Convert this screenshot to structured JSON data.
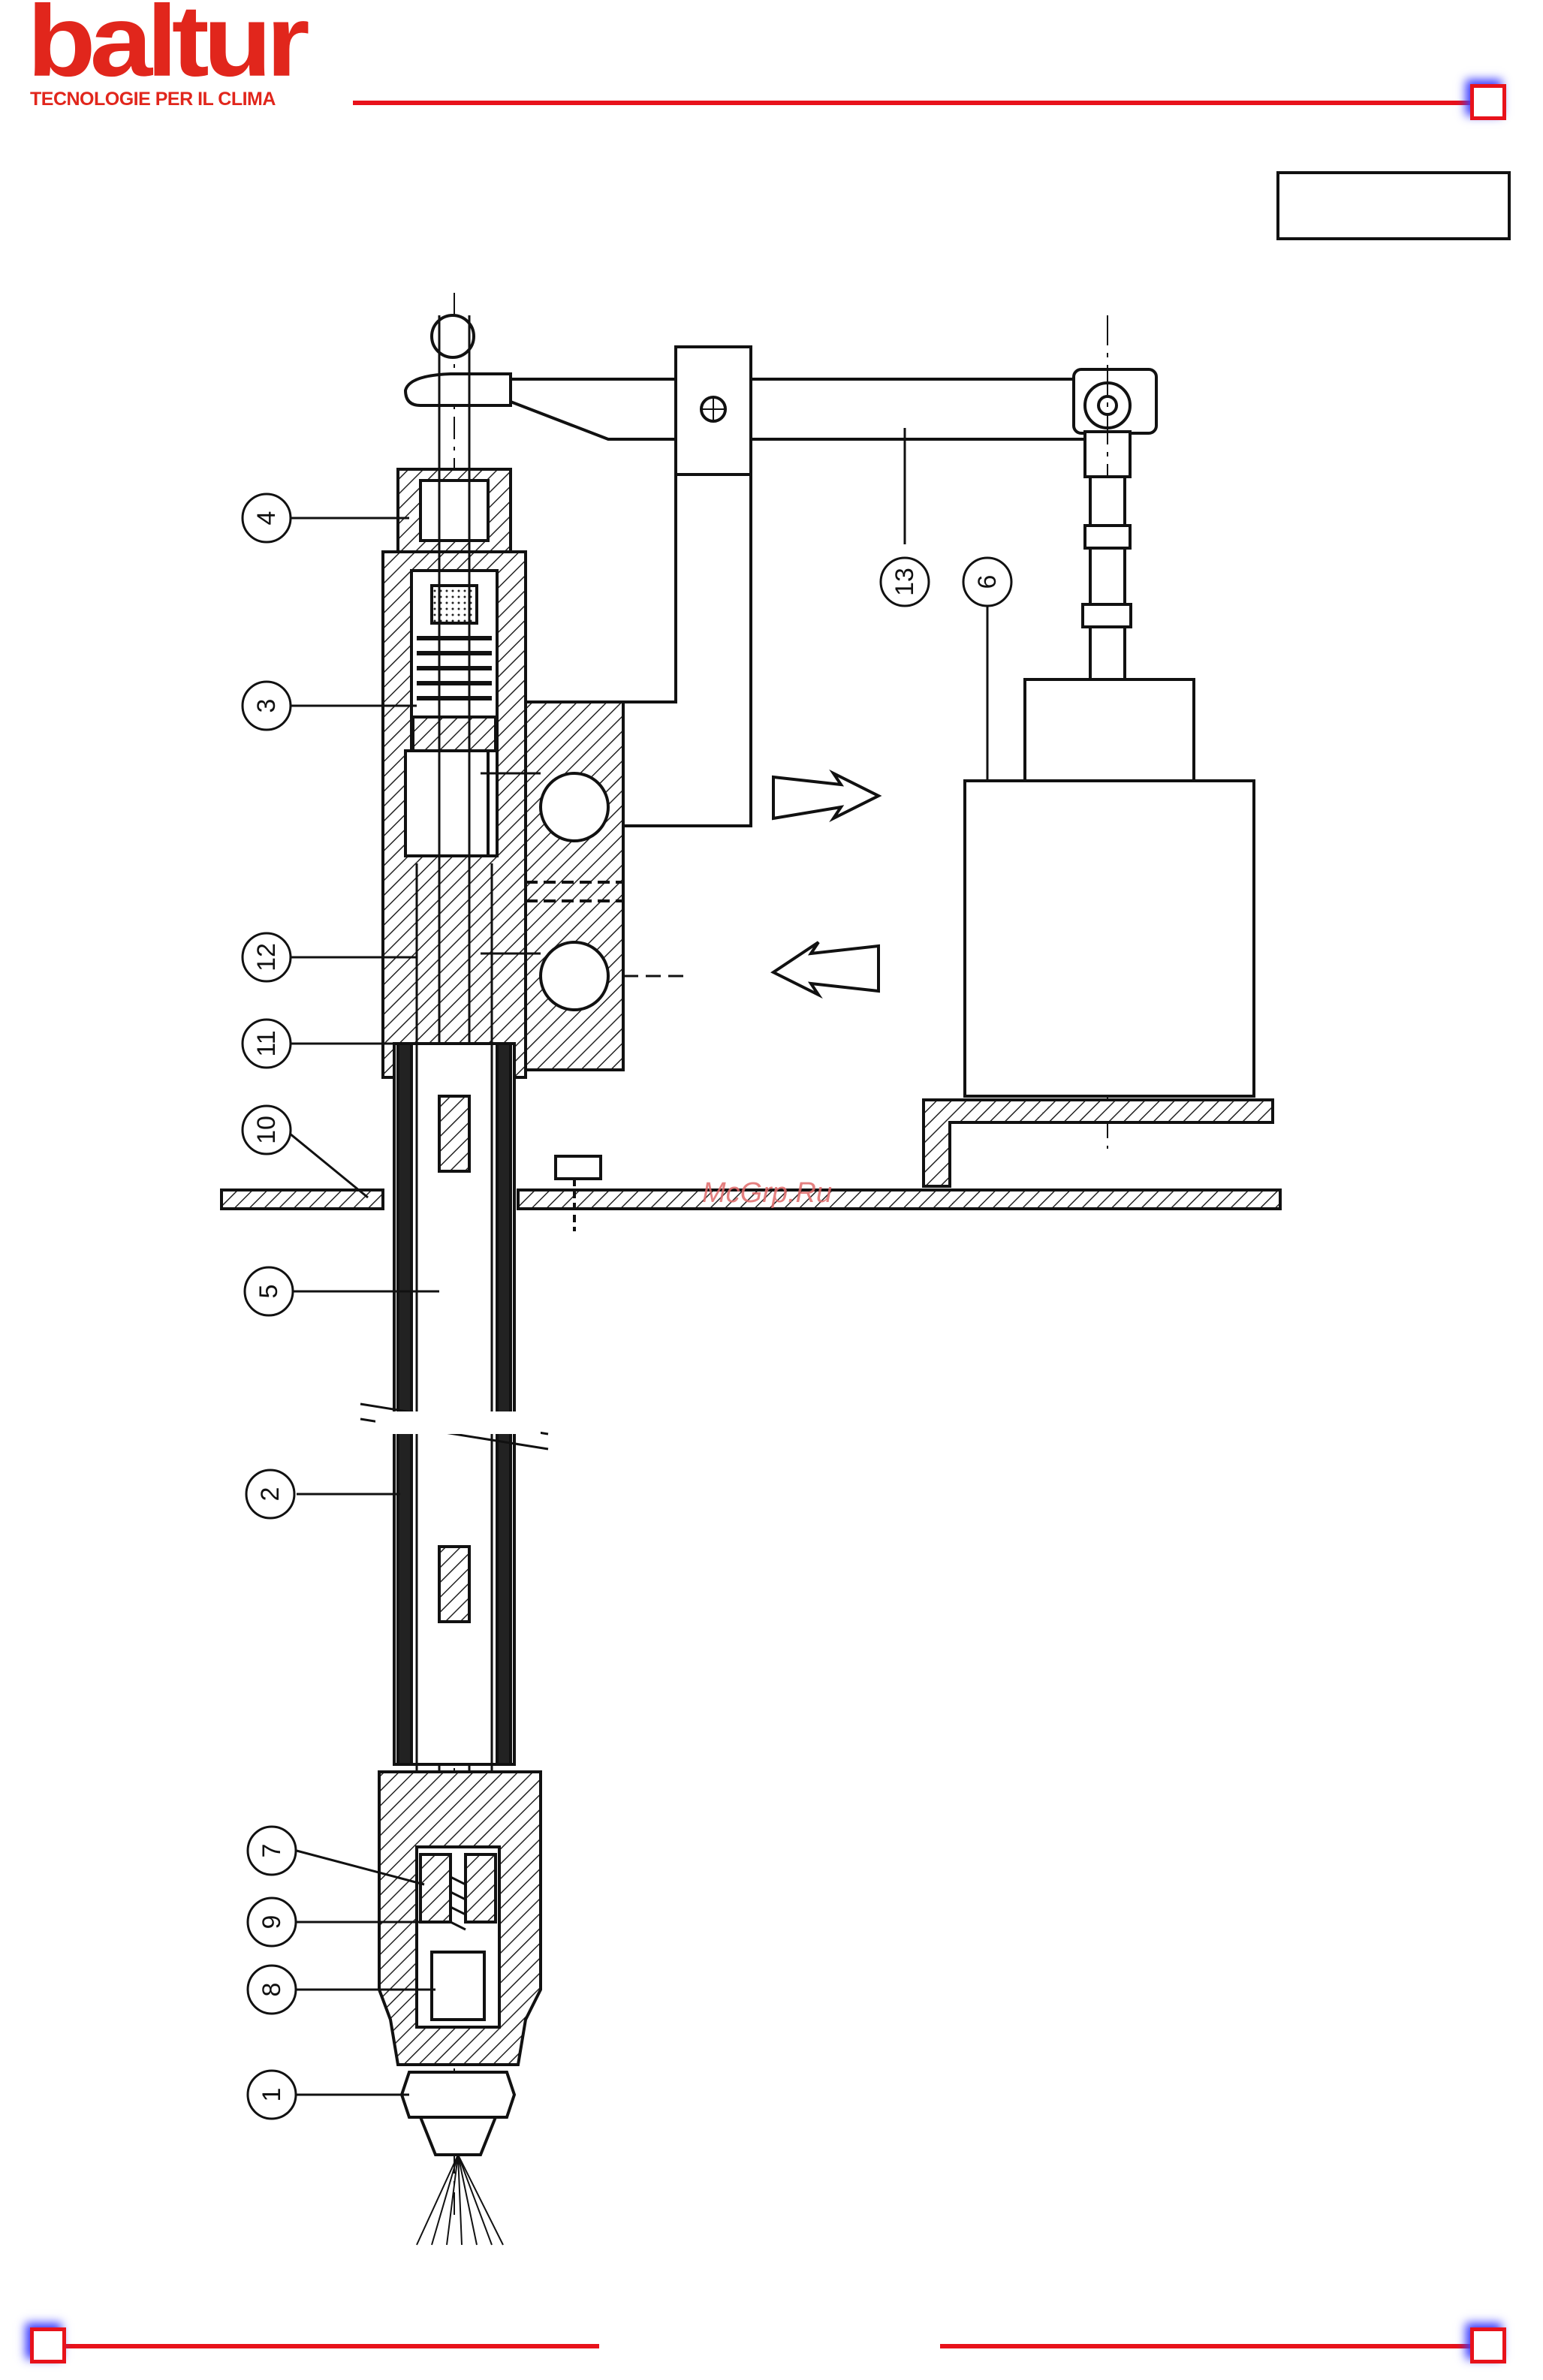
{
  "header": {
    "brand": "baltur",
    "tagline": "TECNOLOGIE PER IL CLIMA",
    "brand_color": "#e1261c",
    "rule_color": "#e8121b"
  },
  "figure": {
    "callouts": [
      "4",
      "3",
      "12",
      "11",
      "10",
      "5",
      "2",
      "7",
      "9",
      "8",
      "1",
      "13",
      "6"
    ]
  },
  "watermark": "McGrp.Ru"
}
